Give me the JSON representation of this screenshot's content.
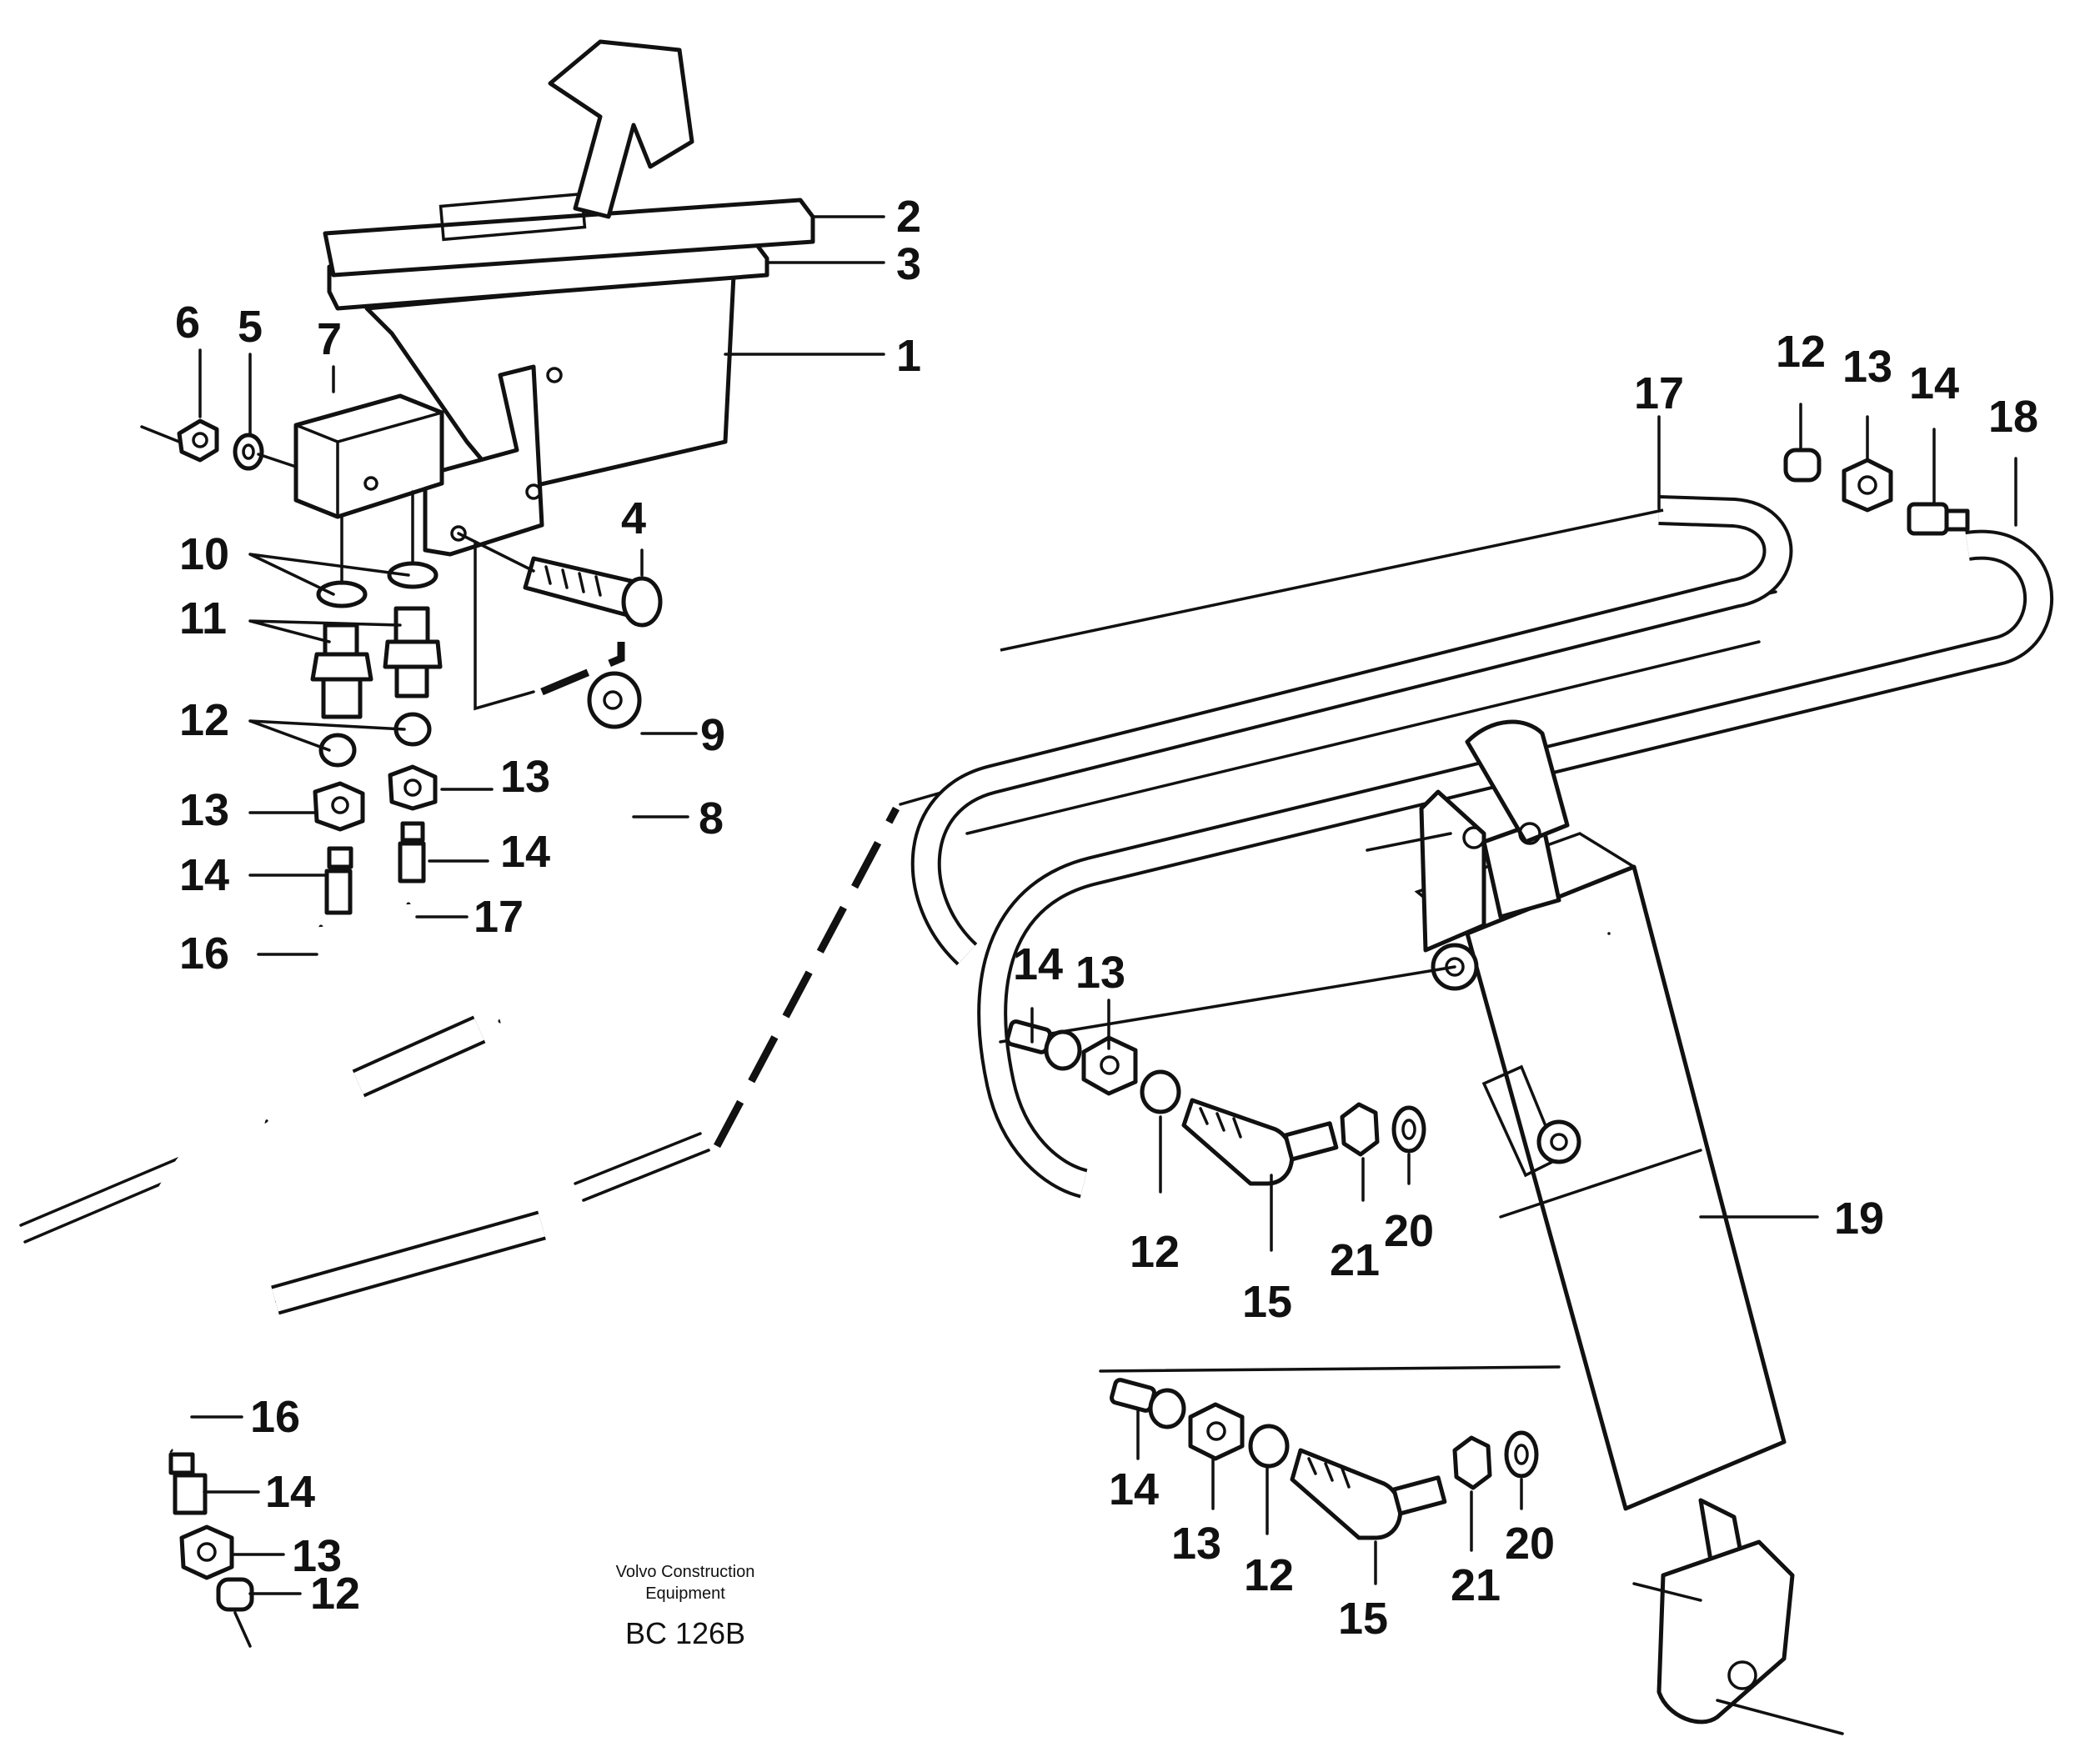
{
  "caption": {
    "company": "Volvo Construction",
    "sub": "Equipment",
    "code": "BC 126B"
  },
  "callouts": {
    "c1": "1",
    "c2": "2",
    "c3": "3",
    "c4": "4",
    "c5": "5",
    "c6": "6",
    "c7": "7",
    "c8": "8",
    "c9": "9",
    "c10": "10",
    "c11": "11",
    "c12a": "12",
    "c13a": "13",
    "c13b": "13",
    "c14a": "14",
    "c14b": "14",
    "c16a": "16",
    "c17a": "17",
    "c16b": "16",
    "c14c": "14",
    "c13c": "13",
    "c12b": "12",
    "c17b": "17",
    "c12c": "12",
    "c13d": "13",
    "c14d": "14",
    "c18": "18",
    "c14e": "14",
    "c13e": "13",
    "c12d": "12",
    "c15a": "15",
    "c21a": "21",
    "c20a": "20",
    "c19": "19",
    "c14f": "14",
    "c13f": "13",
    "c12e": "12",
    "c15b": "15",
    "c21b": "21",
    "c20b": "20"
  },
  "icons": [
    "control-lever",
    "hydraulic-cylinder",
    "hose",
    "nut",
    "washer",
    "nipple",
    "banjo-fitting"
  ]
}
